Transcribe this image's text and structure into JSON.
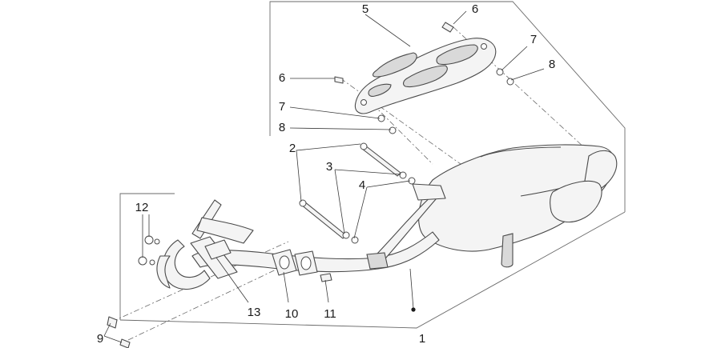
{
  "callouts": {
    "c1": "1",
    "c2": "2",
    "c3": "3",
    "c4": "4",
    "c5": "5",
    "c6a": "6",
    "c6b": "6",
    "c7a": "7",
    "c7b": "7",
    "c8a": "8",
    "c8b": "8",
    "c9": "9",
    "c10": "10",
    "c11": "11",
    "c12": "12",
    "c13": "13"
  },
  "colors": {
    "line": "#4a4a4a",
    "part_fill": "#f4f4f4",
    "label": "#1a1a1a"
  }
}
